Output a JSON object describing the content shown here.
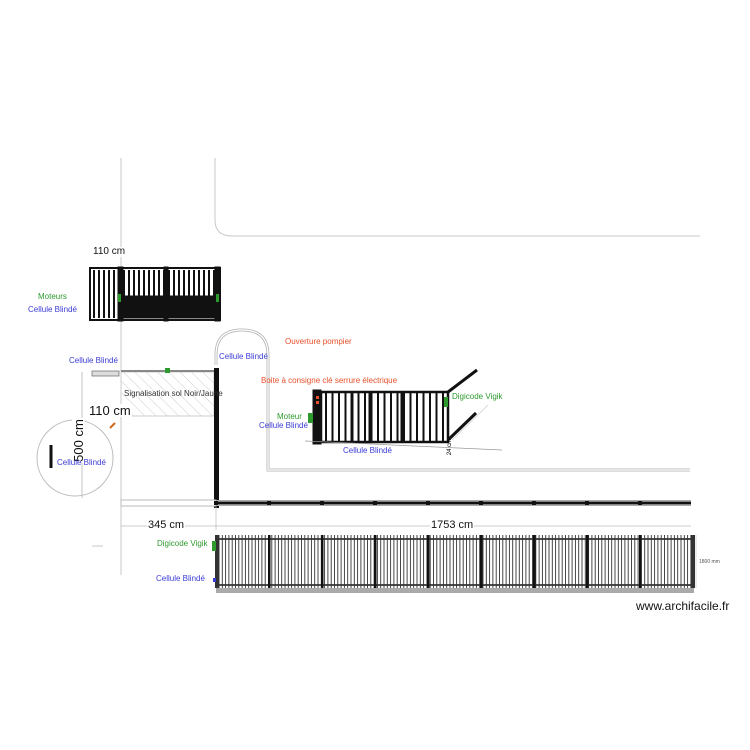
{
  "colors": {
    "cellule": "#3b3bd6",
    "motor_digicode": "#2e9a2e",
    "fire_opening": "#e8502a",
    "gate": "#111111",
    "road": "#bbbbbb"
  },
  "labels": {
    "top_gate_width": "110 cm",
    "moteurs": "Moteurs",
    "cellule_top_left": "Cellule Blindé",
    "cellule_left": "Cellule Blindé",
    "signalisation": "Signalisation sol Noir/Jaune",
    "left_width": "110 cm",
    "left_radius": "500 cm",
    "cellule_circle": "Cellule Blindé",
    "cellule_arch": "Cellule Blindé",
    "ouverture_pompier": "Ouverture pompier",
    "boite_consigne": "Boite à consigne clé serrure électrique",
    "digicode_right": "Digicode Vigik",
    "moteur_right": "Moteur",
    "cellule_right_gate": "Cellule Blindé",
    "cellule_below_gate": "Cellule Blindé",
    "dim_345": "345 cm",
    "dim_1753": "1753 cm",
    "digicode_fence": "Digicode Vigik",
    "cellule_fence": "Cellule Blindé",
    "fence_height": "1800 mm",
    "gap_24": "24 cm"
  },
  "watermark": "www.archifacile.fr"
}
